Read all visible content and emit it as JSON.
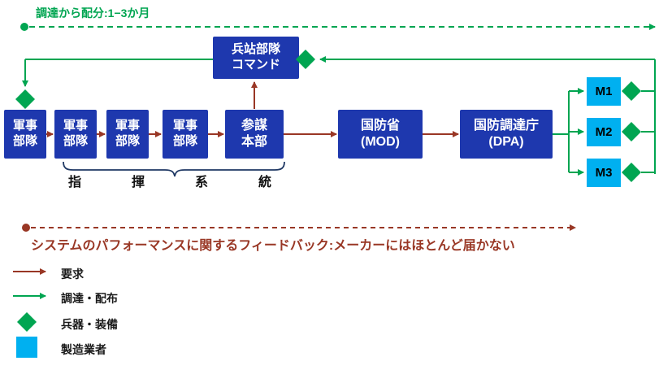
{
  "colors": {
    "box_blue": "#1e38ae",
    "cyan": "#00b0f0",
    "green": "#00a551",
    "dark_red": "#993725",
    "text_black": "#1a1a1a",
    "brace_navy": "#1f3864"
  },
  "top": {
    "timeline_label": "調達から配分:1−3か月"
  },
  "nodes": {
    "logistics_command": "兵站部隊\nコマンド",
    "unit1": "軍事\n部隊",
    "unit2": "軍事\n部隊",
    "unit3": "軍事\n部隊",
    "unit4": "軍事\n部隊",
    "general_staff": "参謀\n本部",
    "mod": "国防省\n(MOD)",
    "dpa": "国防調達庁\n(DPA)",
    "m1": "M1",
    "m2": "M2",
    "m3": "M3"
  },
  "command_chain_label": "指揮系統",
  "feedback": {
    "label": "システムのパフォーマンスに関するフィードバック:メーカーにはほとんど届かない"
  },
  "legend": {
    "request": "要求",
    "procurement": "調達・配布",
    "weapons": "兵器・装備",
    "manufacturer": "製造業者"
  }
}
